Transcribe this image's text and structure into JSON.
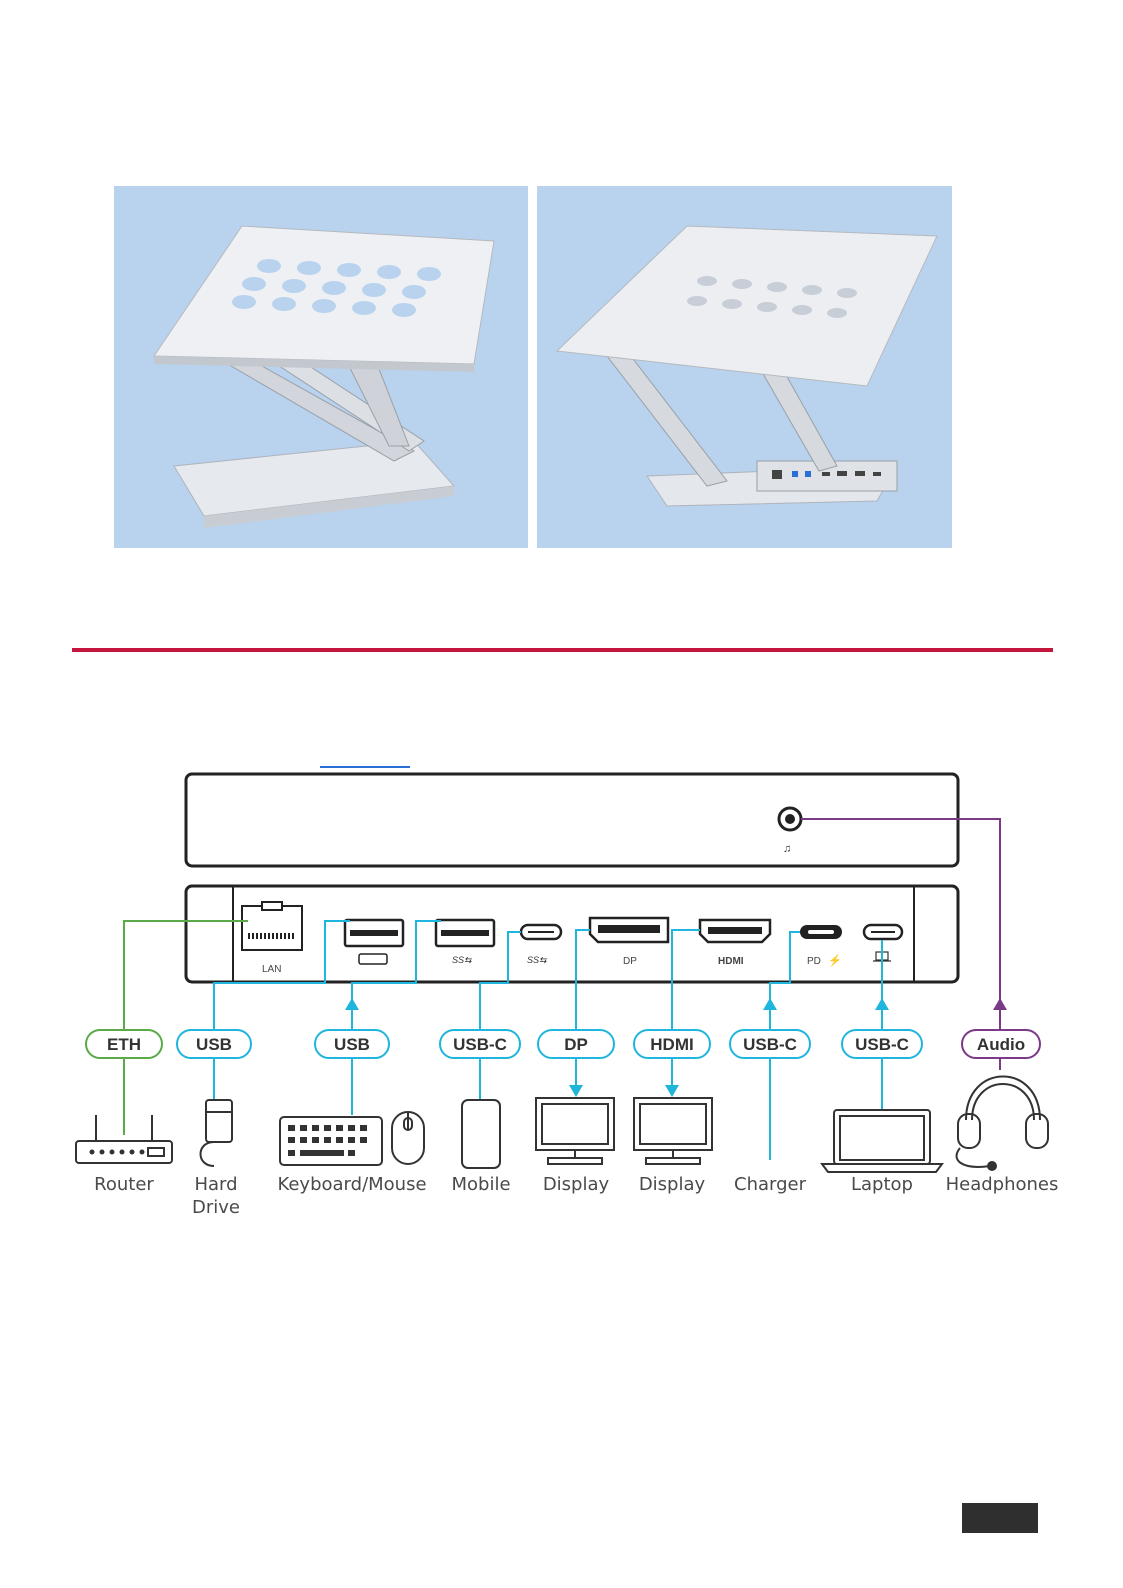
{
  "ports": {
    "lan": "LAN",
    "dp": "DP",
    "hdmi": "HDMI",
    "pd": "PD"
  },
  "tags": {
    "eth": "ETH",
    "usb_drive": "USB",
    "usb_keyboard": "USB",
    "usbc_mobile": "USB-C",
    "dp": "DP",
    "hdmi": "HDMI",
    "usbc_charger": "USB-C",
    "usbc_laptop": "USB-C",
    "audio": "Audio"
  },
  "devices": {
    "router": "Router",
    "hard_drive_line1": "Hard",
    "hard_drive_line2": "Drive",
    "keyboard_mouse": "Keyboard/Mouse",
    "mobile": "Mobile",
    "display_dp": "Display",
    "display_hdmi": "Display",
    "charger": "Charger",
    "laptop": "Laptop",
    "headphones": "Headphones"
  },
  "colors": {
    "eth": "#5aaa48",
    "usb": "#1fb5dd",
    "audio": "#7b3a86",
    "rule": "#c4163c",
    "photo_bg": "#b9d3ee"
  }
}
